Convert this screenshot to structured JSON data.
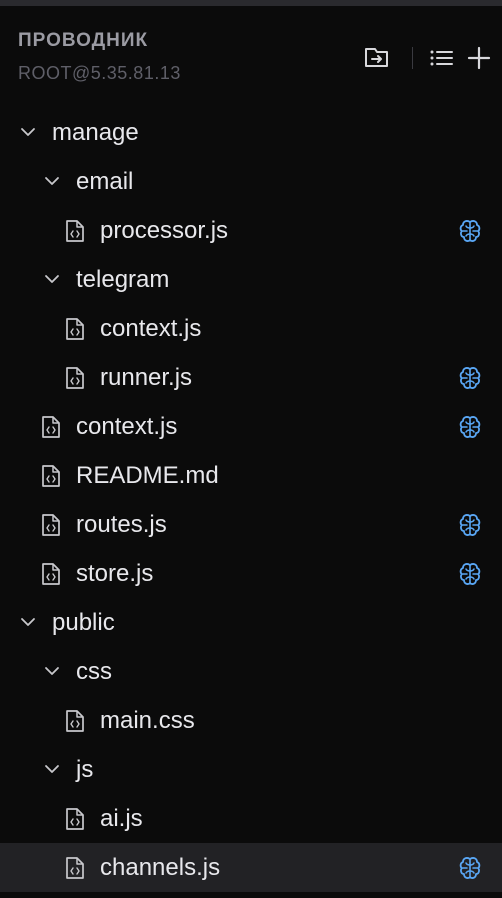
{
  "explorer": {
    "title": "ПРОВОДНИК",
    "subtitle": "ROOT@5.35.81.13",
    "actions": [
      "open-folder-icon",
      "list-icon",
      "plus-icon"
    ]
  },
  "tree": [
    {
      "type": "folder",
      "label": "manage",
      "expanded": true,
      "depth": 0,
      "ai": false
    },
    {
      "type": "folder",
      "label": "email",
      "expanded": true,
      "depth": 1,
      "ai": false
    },
    {
      "type": "file",
      "label": "processor.js",
      "depth": 2,
      "ai": true
    },
    {
      "type": "folder",
      "label": "telegram",
      "expanded": true,
      "depth": 1,
      "ai": false
    },
    {
      "type": "file",
      "label": "context.js",
      "depth": 2,
      "ai": false
    },
    {
      "type": "file",
      "label": "runner.js",
      "depth": 2,
      "ai": true
    },
    {
      "type": "file",
      "label": "context.js",
      "depth": 1,
      "ai": true
    },
    {
      "type": "file",
      "label": "README.md",
      "depth": 1,
      "ai": false
    },
    {
      "type": "file",
      "label": "routes.js",
      "depth": 1,
      "ai": true
    },
    {
      "type": "file",
      "label": "store.js",
      "depth": 1,
      "ai": true
    },
    {
      "type": "folder",
      "label": "public",
      "expanded": true,
      "depth": 0,
      "ai": false
    },
    {
      "type": "folder",
      "label": "css",
      "expanded": true,
      "depth": 1,
      "ai": false
    },
    {
      "type": "file",
      "label": "main.css",
      "depth": 2,
      "ai": false
    },
    {
      "type": "folder",
      "label": "js",
      "expanded": true,
      "depth": 1,
      "ai": false
    },
    {
      "type": "file",
      "label": "ai.js",
      "depth": 2,
      "ai": false
    },
    {
      "type": "file",
      "label": "channels.js",
      "depth": 2,
      "ai": true,
      "selected": true
    }
  ],
  "colors": {
    "background": "#0b0b0b",
    "selected_row": "#222225",
    "ai_badge": "#5aa7f5",
    "title": "#9b9ba3",
    "subtitle": "#5f5f68"
  }
}
